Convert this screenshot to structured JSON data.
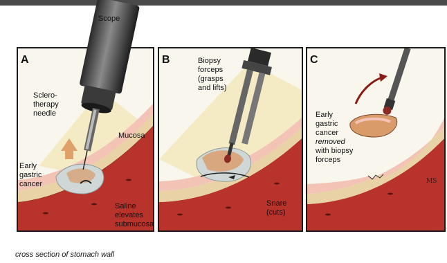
{
  "scope_label": "Scope",
  "caption": "cross section of stomach wall",
  "panels": {
    "a": {
      "letter": "A",
      "sclerotherapy_needle": [
        "Sclero-",
        "therapy",
        "needle"
      ],
      "mucosa": "Mucosa",
      "early_cancer": [
        "Early",
        "gastric",
        "cancer"
      ],
      "saline": [
        "Saline",
        "elevates",
        "submucosa"
      ]
    },
    "b": {
      "letter": "B",
      "forceps": [
        "Biopsy",
        "forceps",
        "(grasps",
        "and lifts)"
      ],
      "snare": [
        "Snare",
        "(cuts)"
      ]
    },
    "c": {
      "letter": "C",
      "removed": [
        "Early",
        "gastric",
        "cancer",
        "removed",
        "with biopsy",
        "forceps"
      ]
    }
  },
  "logo_text": "MS",
  "colors": {
    "topbar": "#4a4a4a",
    "panel_bg": "#f9f6ee",
    "muscle": "#b8332b",
    "mucosa": "#f3c3b6",
    "submucosa": "#e8d2a6",
    "tumor": "#d99b6a",
    "saline": "#cfd8d6",
    "instrument": "#555555",
    "highlight": "#f3e8b9"
  }
}
